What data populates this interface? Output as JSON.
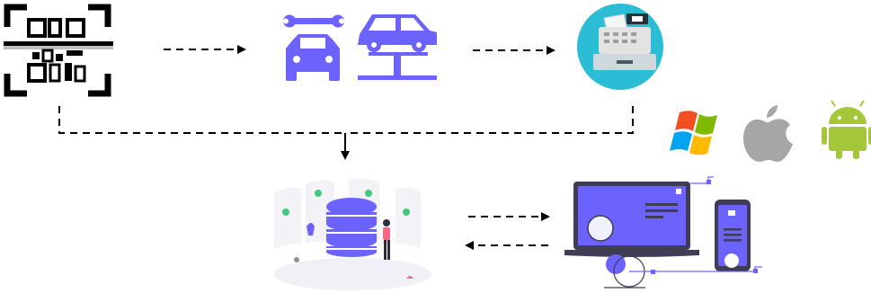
{
  "nodes": [
    {
      "id": "qr",
      "icon": "qr-scan-icon"
    },
    {
      "id": "repair",
      "icon": "car-repair-icon"
    },
    {
      "id": "lift",
      "icon": "car-lift-icon"
    },
    {
      "id": "register",
      "icon": "cash-register-icon"
    },
    {
      "id": "database",
      "icon": "database-server-icon"
    },
    {
      "id": "devices",
      "icon": "laptop-phone-icon"
    }
  ],
  "platforms": [
    "windows-logo-icon",
    "apple-logo-icon",
    "android-logo-icon"
  ],
  "flows": [
    {
      "from": "qr",
      "to": "repair",
      "style": "dashed"
    },
    {
      "from": "repair",
      "to": "register",
      "style": "dashed"
    },
    {
      "from": "qr",
      "to": "database",
      "style": "dashed"
    },
    {
      "from": "register",
      "to": "database",
      "style": "dashed"
    },
    {
      "from": "database",
      "to": "devices",
      "style": "dashed"
    },
    {
      "from": "devices",
      "to": "database",
      "style": "dashed"
    }
  ],
  "colors": {
    "accent": "#6c63ff",
    "teal": "#2bbcd6",
    "black": "#000000",
    "grey": "#a6a6a6",
    "android": "#a4c639",
    "win_red": "#f25022",
    "win_green": "#7fba00",
    "win_blue": "#00a4ef",
    "win_yellow": "#ffb900"
  }
}
